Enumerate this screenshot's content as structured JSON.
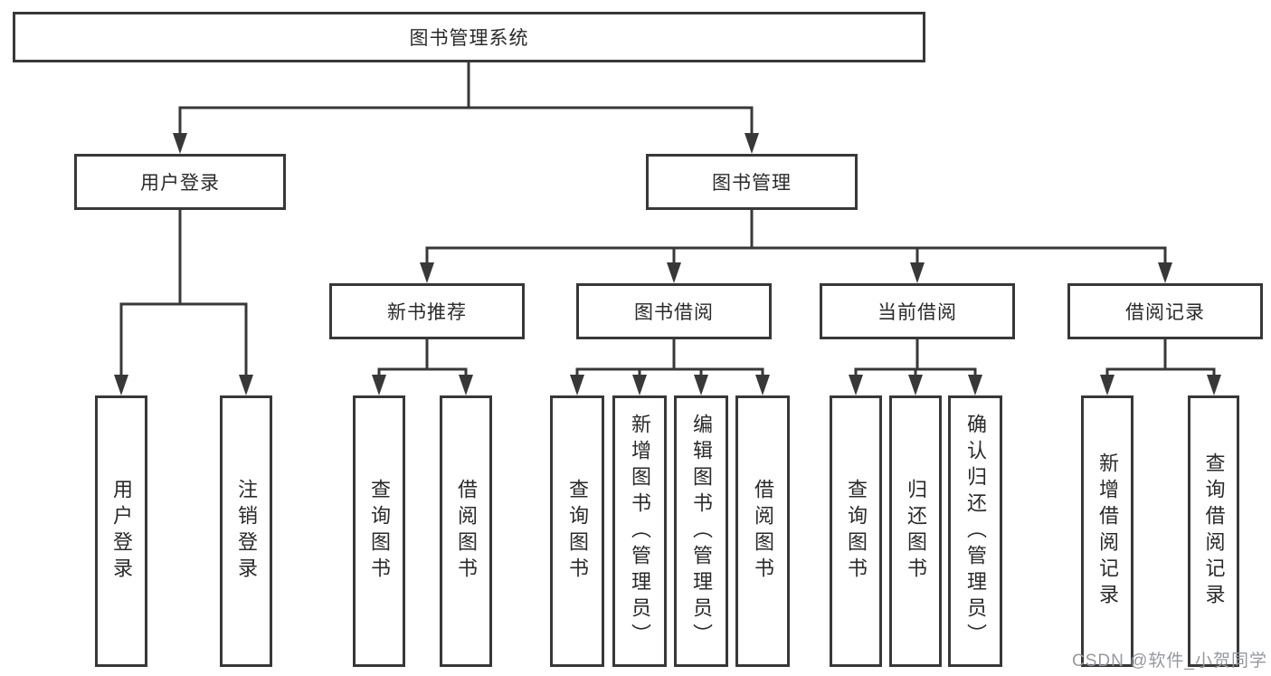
{
  "tree": {
    "label": "图书管理系统",
    "children": [
      {
        "label": "用户登录",
        "children": [
          {
            "label": "用户登录"
          },
          {
            "label": "注销登录"
          }
        ]
      },
      {
        "label": "图书管理",
        "children": [
          {
            "label": "新书推荐",
            "children": [
              {
                "label": "查询图书"
              },
              {
                "label": "借阅图书"
              }
            ]
          },
          {
            "label": "图书借阅",
            "children": [
              {
                "label": "查询图书"
              },
              {
                "label": "新增图书（管理员）"
              },
              {
                "label": "编辑图书（管理员）"
              },
              {
                "label": "借阅图书"
              }
            ]
          },
          {
            "label": "当前借阅",
            "children": [
              {
                "label": "查询图书"
              },
              {
                "label": "归还图书"
              },
              {
                "label": "确认归还（管理员）"
              }
            ]
          },
          {
            "label": "借阅记录",
            "children": [
              {
                "label": "新增借阅记录"
              },
              {
                "label": "查询借阅记录"
              }
            ]
          }
        ]
      }
    ]
  },
  "watermark": "CSDN @软件_小贺同学",
  "colors": {
    "line": "#383838",
    "text": "#2a2a2a",
    "background": "#ffffff",
    "watermark": "#96989d"
  }
}
